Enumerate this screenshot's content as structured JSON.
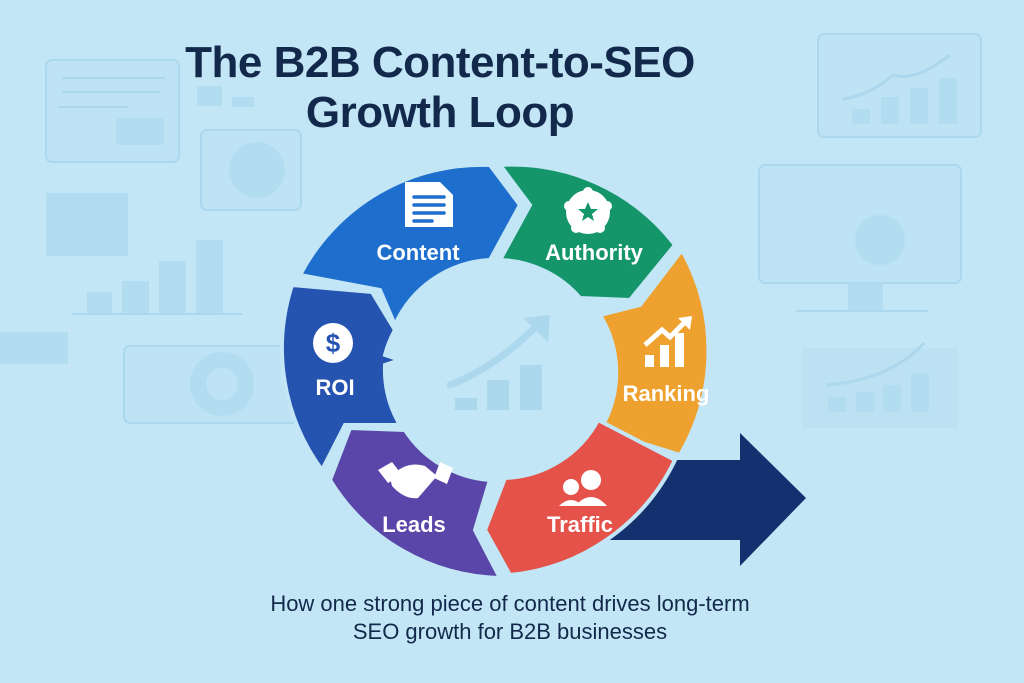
{
  "title": {
    "line1": "The B2B Content-to-SEO",
    "line2": "Growth Loop"
  },
  "subtitle": {
    "line1": "How one strong piece of content drives long-term",
    "line2": "SEO growth for B2B businesses"
  },
  "loop": {
    "segments": [
      {
        "label": "Content",
        "icon": "document-icon",
        "color": "#1e6fcd"
      },
      {
        "label": "Authority",
        "icon": "badge-star-icon",
        "color": "#14956a"
      },
      {
        "label": "Ranking",
        "icon": "growth-chart-icon",
        "color": "#eea12e"
      },
      {
        "label": "Traffic",
        "icon": "users-icon",
        "color": "#e4524a"
      },
      {
        "label": "Leads",
        "icon": "handshake-icon",
        "color": "#5a46a8"
      },
      {
        "label": "ROI",
        "icon": "dollar-icon",
        "color": "#2553b0"
      }
    ],
    "exit_arrow_color": "#15306e",
    "center_icon": "growth-chart-icon"
  },
  "colors": {
    "background": "#c3e6f6",
    "text": "#13294b"
  }
}
